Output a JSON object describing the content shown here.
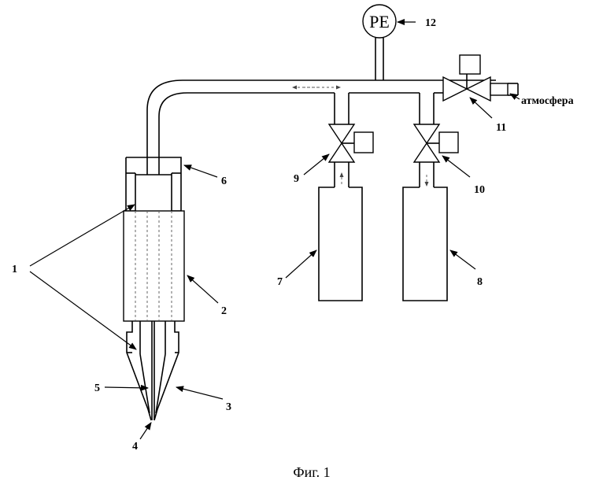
{
  "labels": {
    "l1": "1",
    "l2": "2",
    "l3": "3",
    "l4": "4",
    "l5": "5",
    "l6": "6",
    "l7": "7",
    "l8": "8",
    "l9": "9",
    "l10": "10",
    "l11": "11",
    "l12": "12"
  },
  "pe_label": "PE",
  "atmosphere_label": "атмосфера",
  "caption": "Фиг. 1"
}
